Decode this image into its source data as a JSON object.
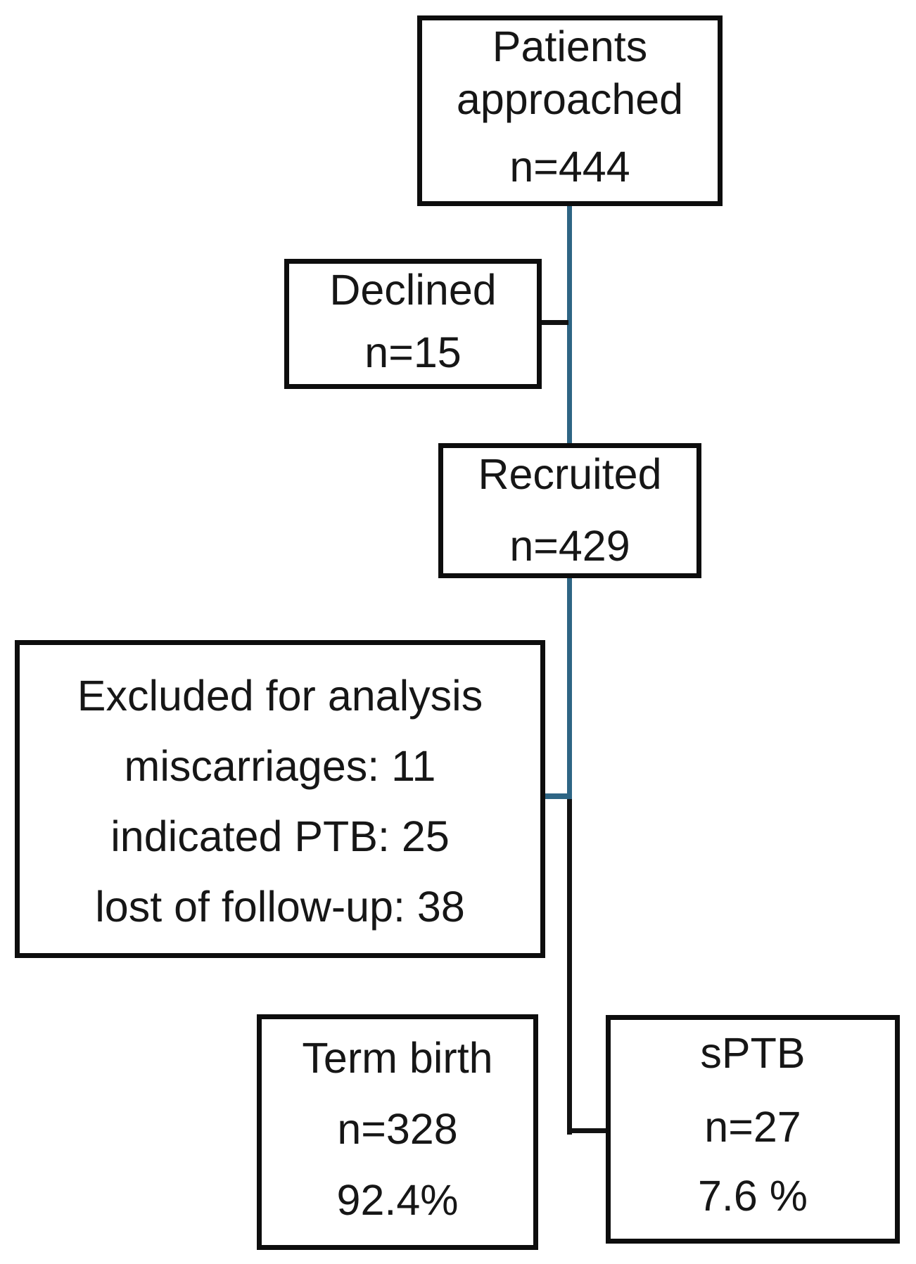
{
  "figure_type": "patient-recruitment-flow-diagram",
  "colors": {
    "background": "#ffffff",
    "box_border": "#0d0d0d",
    "text": "#161616",
    "connector_teal": "#2e6584",
    "connector_black": "#121212"
  },
  "boxes": {
    "patients_approached": {
      "line1": "Patients",
      "line2": "approached",
      "count": "n=444"
    },
    "declined": {
      "label": "Declined",
      "count": "n=15"
    },
    "recruited": {
      "label": "Recruited",
      "count": "n=429"
    },
    "excluded": {
      "title": "Excluded for analysis",
      "items": [
        "miscarriages: 11",
        "indicated PTB: 25",
        "lost of follow-up: 38"
      ]
    },
    "term_birth": {
      "label": "Term birth",
      "count": "n=328",
      "percent": "92.4%"
    },
    "sptb": {
      "label": "sPTB",
      "count": "n=27",
      "percent": "7.6 %"
    }
  }
}
